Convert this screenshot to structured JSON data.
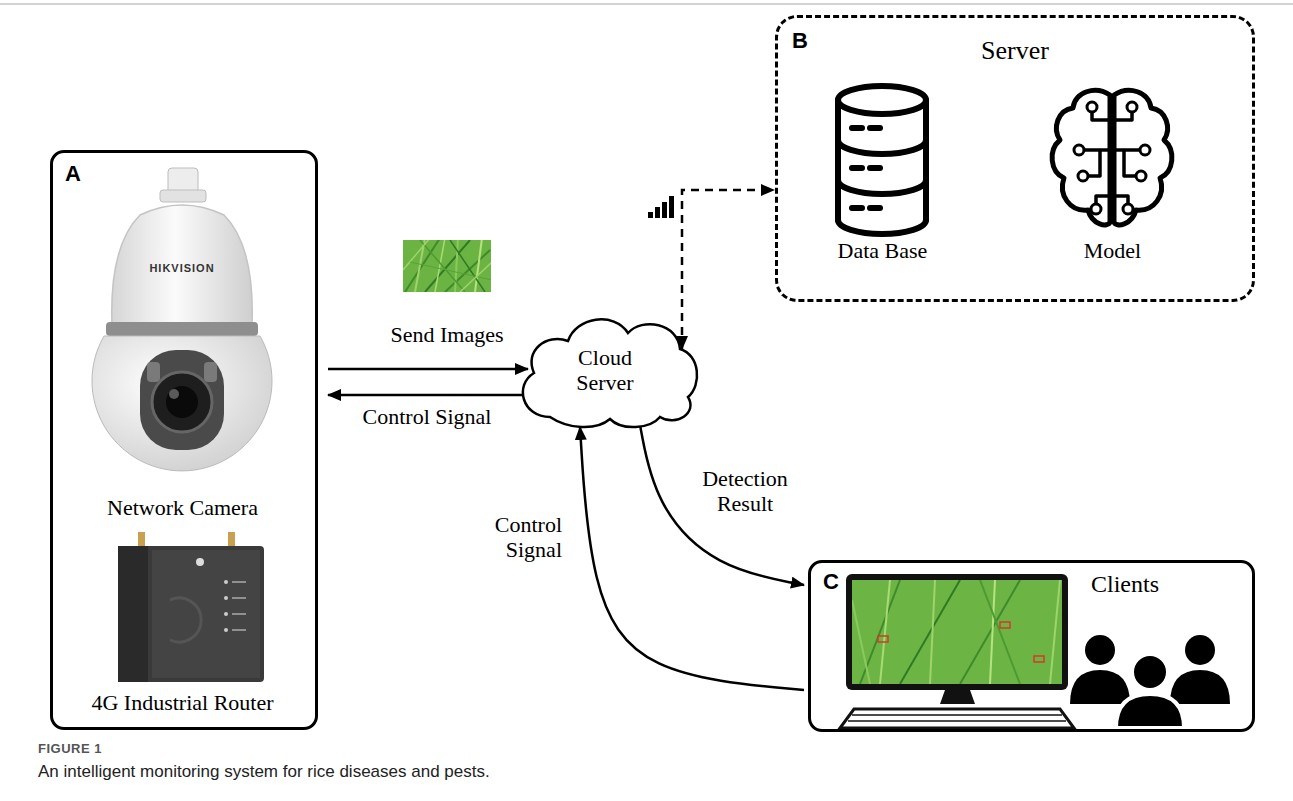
{
  "diagram": {
    "caption": "An intelligent monitoring system for rice diseases and pests.",
    "nodes": [
      {
        "text": [
          "A"
        ]
      },
      {
        "text": [
          "Network Camera"
        ],
        "in": 0
      },
      {
        "text": [
          "4G Industrial Router"
        ],
        "in": 0
      },
      {
        "text": [
          "Cloud Server"
        ]
      },
      {
        "text": [
          "B",
          "Server"
        ]
      },
      {
        "text": [
          "Data Base"
        ],
        "in": 4
      },
      {
        "text": [
          "Model"
        ],
        "in": 4
      },
      {
        "text": [
          "C",
          "Clients"
        ]
      }
    ],
    "edges": [
      {
        "from": 0,
        "to": 3,
        "label": "Send Images",
        "arrow": "to"
      },
      {
        "from": 3,
        "to": 0,
        "label": "Control Signal",
        "arrow": "to"
      },
      {
        "from": 3,
        "to": 4,
        "arrow": "both"
      },
      {
        "from": 3,
        "to": 7,
        "label": "Detection Result",
        "arrow": "to"
      },
      {
        "from": 7,
        "to": 3,
        "label": "Control Signal",
        "arrow": "to"
      }
    ],
    "labels": [
      "HIKVISION",
      "FIGURE 1"
    ]
  }
}
